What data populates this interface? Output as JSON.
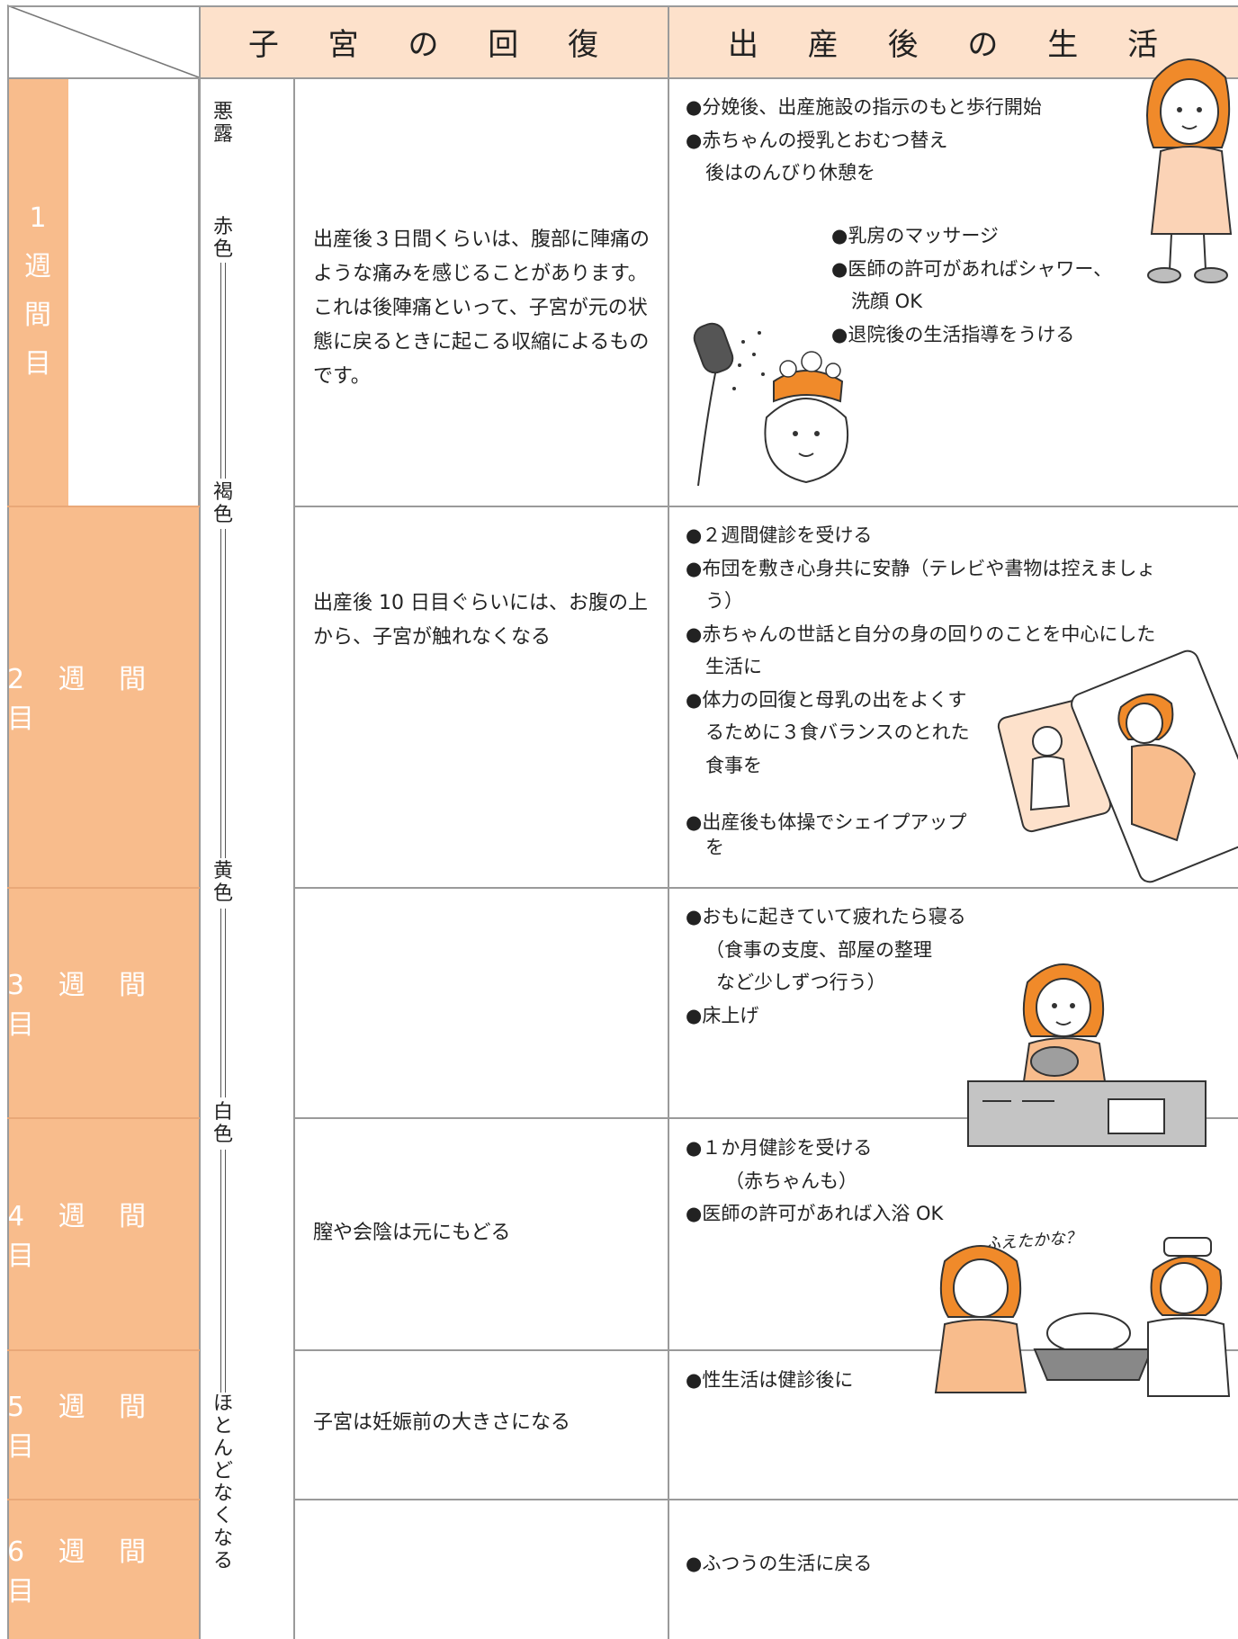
{
  "header": {
    "uterus_recovery": "子 宮 の 回 復",
    "life_after_birth": "出 産 後 の 生 活"
  },
  "weeks": [
    {
      "chars": [
        "1",
        "週",
        "間",
        "目"
      ]
    },
    {
      "label": "2 週 間 目"
    },
    {
      "label": "3 週 間 目"
    },
    {
      "label": "4 週 間 目"
    },
    {
      "label": "5 週 間 目"
    },
    {
      "label": "6 週 間 目"
    }
  ],
  "lochia": {
    "title_chars": [
      "悪",
      "露"
    ],
    "red": [
      "赤",
      "色"
    ],
    "brown": [
      "褐",
      "色"
    ],
    "yellow": [
      "黄",
      "色"
    ],
    "white": [
      "白",
      "色"
    ],
    "gone": [
      "ほ",
      "と",
      "ん",
      "ど",
      "な",
      "く",
      "な",
      "る"
    ]
  },
  "uterus": {
    "w1": "出産後３日間くらいは、腹部に陣痛のような痛みを感じることがあります。これは後陣痛といって、子宮が元の状態に戻るときに起こる収縮によるものです。",
    "w2": "出産後 10 日目ぐらいには、お腹の上から、子宮が触れなくなる",
    "w4": "膣や会陰は元にもどる",
    "w5": "子宮は妊娠前の大きさになる"
  },
  "life": {
    "w1a": [
      "●分娩後、出産施設の指示のもと歩行開始",
      "●赤ちゃんの授乳とおむつ替え",
      "後はのんびり休憩を"
    ],
    "w1b": [
      "●乳房のマッサージ",
      "●医師の許可があればシャワー、",
      "洗顔 OK",
      "●退院後の生活指導をうける"
    ],
    "w2": [
      "●２週間健診を受ける",
      "●布団を敷き心身共に安静（テレビや書物は控えましょ",
      "う）",
      "●赤ちゃんの世話と自分の身の回りのことを中心にした",
      "生活に",
      "●体力の回復と母乳の出をよくす",
      "るために３食バランスのとれた",
      "食事を"
    ],
    "w2b": [
      "●出産後も体操でシェイプアップ",
      "を"
    ],
    "w3": [
      "●おもに起きていて疲れたら寝る",
      "（食事の支度、部屋の整理",
      "など少しずつ行う）",
      "●床上げ"
    ],
    "w4": [
      "●１か月健診を受ける",
      "（赤ちゃんも）",
      "●医師の許可があれば入浴 OK"
    ],
    "w4_bubble": "ふえたかな？",
    "w5": [
      "●性生活は健診後に"
    ],
    "w6": [
      "●ふつうの生活に戻る"
    ]
  },
  "colors": {
    "header_bg": "#fde1cb",
    "week_bg": "#f8bc8c",
    "illustration_orange": "#f08a2a"
  }
}
